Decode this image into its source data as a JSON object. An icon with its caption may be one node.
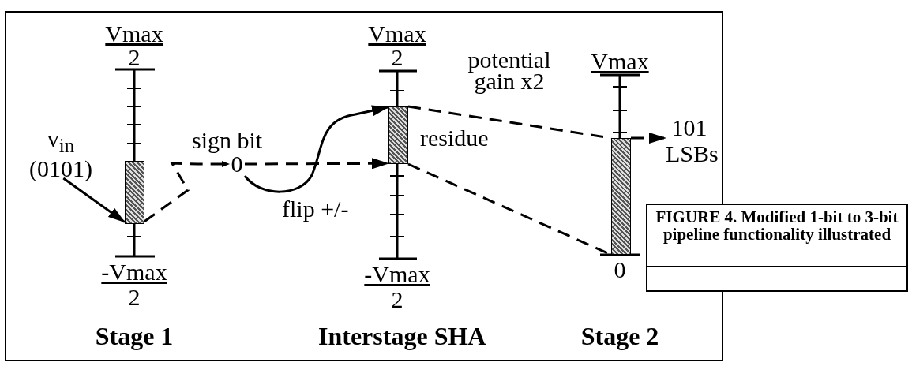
{
  "diagram": {
    "caption": "FIGURE 4. Modified 1-bit to 3-bit pipeline functionality illustrated",
    "nodes": [
      {
        "text": [
          "v$_{in}$ (0101)"
        ]
      },
      {
        "text": [],
        "shape": "bar"
      },
      {
        "text": [
          "0"
        ],
        "beside": [
          "sign bit"
        ]
      },
      {
        "text": [],
        "shape": "bar",
        "beside": [
          "residue"
        ]
      },
      {
        "text": [],
        "shape": "bar"
      },
      {
        "text": [
          "101 LSBs"
        ]
      }
    ],
    "edges": [
      {
        "from": 0,
        "to": 1,
        "arrow": "to"
      },
      {
        "from": 1,
        "to": 2,
        "arrow": "to",
        "style": "dashed"
      },
      {
        "from": 2,
        "to": 3,
        "arrow": "to",
        "style": "dashed"
      },
      {
        "from": 2,
        "to": 3,
        "arrow": "to",
        "label": "flip +/-"
      },
      {
        "from": 3,
        "to": 4,
        "arrow": "none",
        "style": "dashed"
      },
      {
        "from": 3,
        "to": 4,
        "arrow": "none",
        "style": "dashed"
      },
      {
        "from": 4,
        "to": 5,
        "arrow": "to",
        "style": "dashed"
      }
    ],
    "labels": [
      "Vmax",
      "2",
      "Vmax",
      "2",
      "potential gain x2",
      "Vmax",
      "-Vmax",
      "2",
      "-Vmax",
      "2",
      "0",
      "Stage 1",
      "Interstage SHA",
      "Stage 2"
    ]
  }
}
